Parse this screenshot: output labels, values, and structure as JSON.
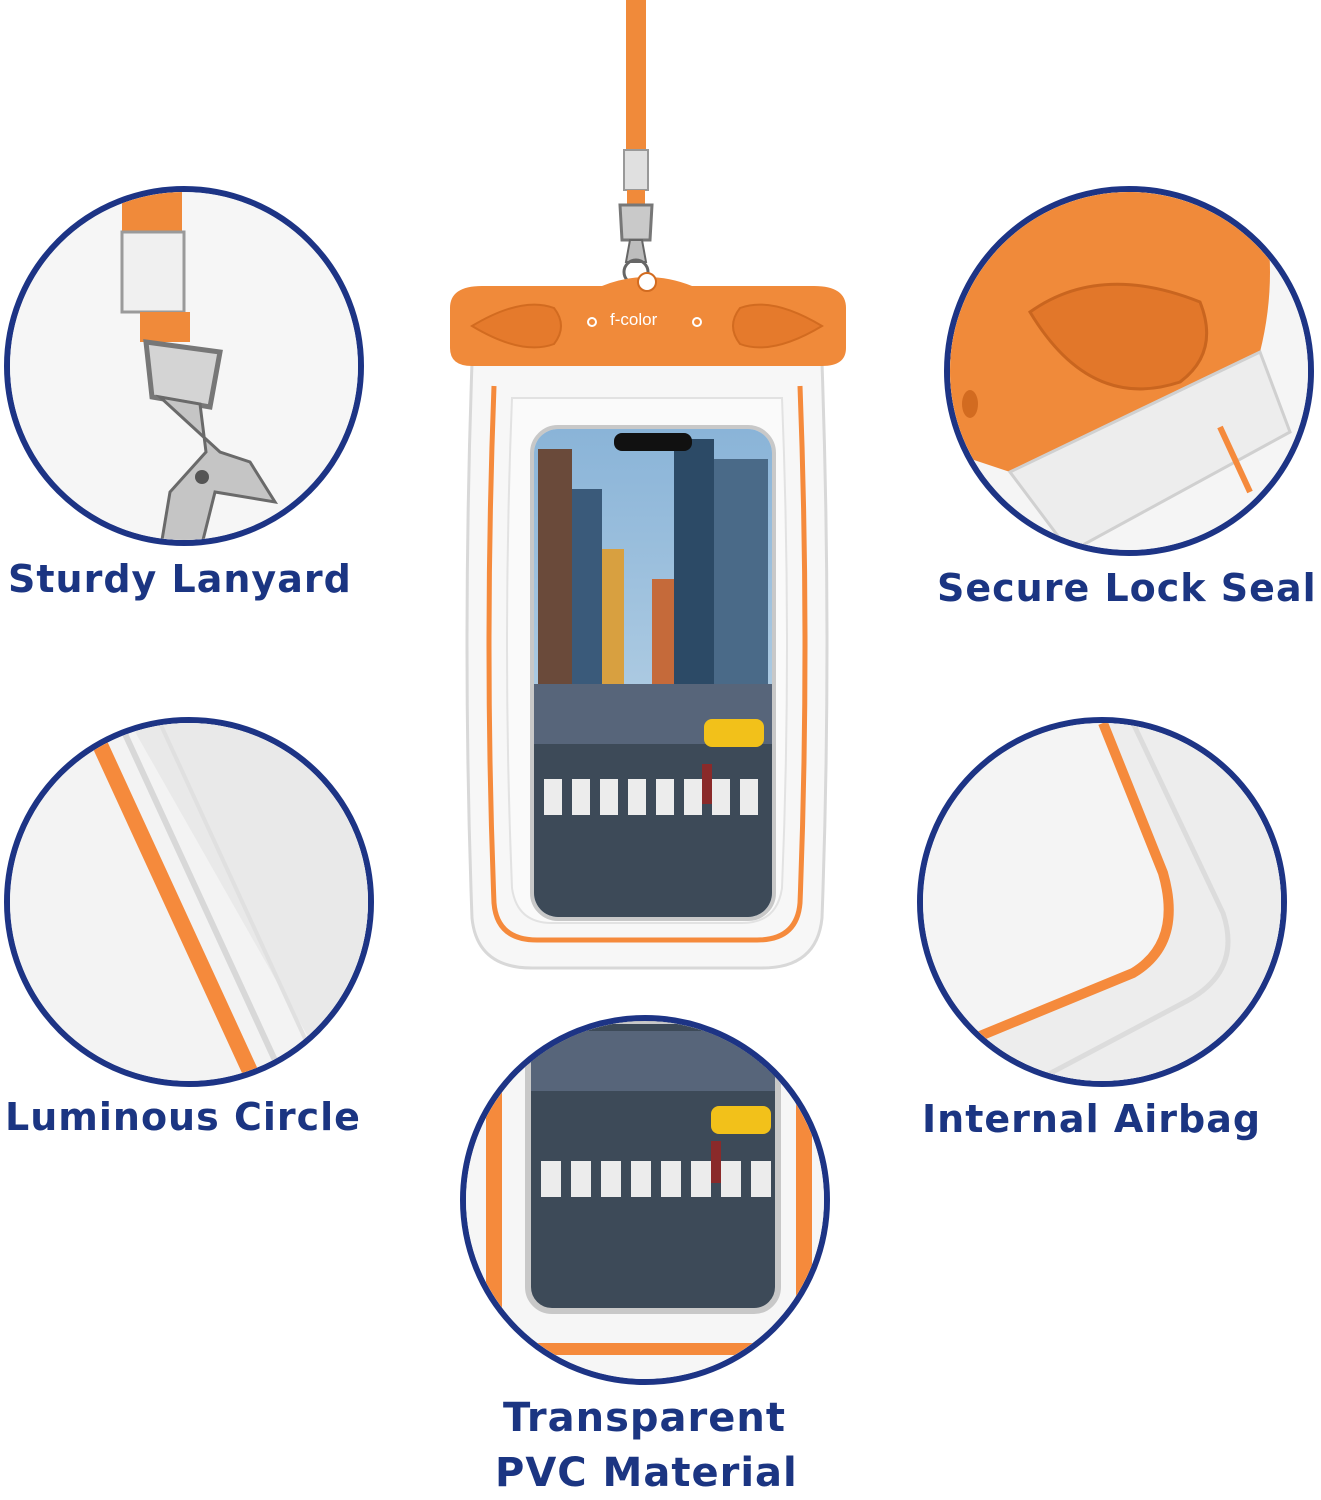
{
  "brand": {
    "logo_text": "f-color",
    "accent": "#f58a3c",
    "outline": "#1d3485"
  },
  "features": {
    "lanyard": "Sturdy Lanyard",
    "seal": "Secure Lock Seal",
    "luminous": "Luminous Circle",
    "airbag": "Internal Airbag",
    "material_line1": "Transparent",
    "material_line2": "PVC Material"
  }
}
